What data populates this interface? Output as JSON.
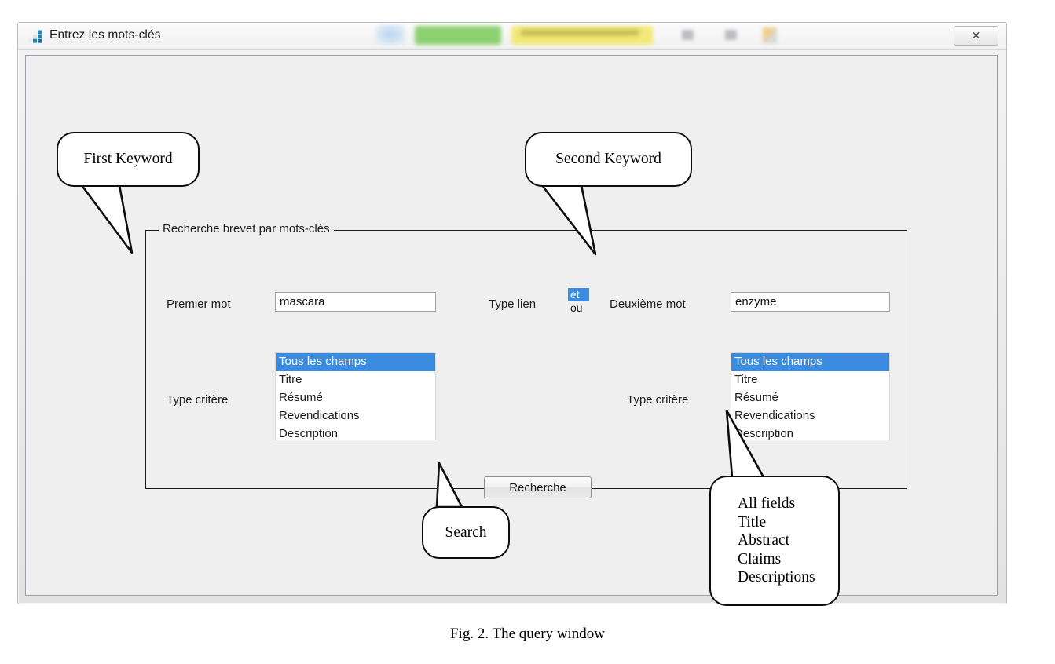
{
  "window": {
    "title": "Entrez les mots-clés",
    "app_icon": "bar-chart-icon",
    "close_label": "✕",
    "accent_selection_color": "#3b8ce0",
    "frame_color": "#b9bdc2"
  },
  "groupbox": {
    "title": "Recherche brevet par mots-clés"
  },
  "form": {
    "first_word_label": "Premier mot",
    "first_word_value": "mascara",
    "link_type_label": "Type lien",
    "link_options": [
      {
        "label": "et",
        "selected": true
      },
      {
        "label": "ou",
        "selected": false
      }
    ],
    "second_word_label": "Deuxième mot",
    "second_word_value": "enzyme",
    "criteria_label_left": "Type critère",
    "criteria_label_right": "Type critère",
    "criteria_options_left": [
      {
        "label": "Tous les champs",
        "selected": true
      },
      {
        "label": "Titre",
        "selected": false
      },
      {
        "label": "Résumé",
        "selected": false
      },
      {
        "label": "Revendications",
        "selected": false
      },
      {
        "label": "Description",
        "selected": false
      }
    ],
    "criteria_options_right": [
      {
        "label": "Tous les champs",
        "selected": true
      },
      {
        "label": "Titre",
        "selected": false
      },
      {
        "label": "Résumé",
        "selected": false
      },
      {
        "label": "Revendications",
        "selected": false
      },
      {
        "label": "Description",
        "selected": false
      }
    ],
    "search_button_label": "Recherche"
  },
  "annotations": {
    "first_keyword": "First Keyword",
    "second_keyword": "Second Keyword",
    "search": "Search",
    "criteria_translation_lines": [
      "All fields",
      "Title",
      "Abstract",
      "Claims",
      "Descriptions"
    ]
  },
  "caption": "Fig. 2. The query window"
}
